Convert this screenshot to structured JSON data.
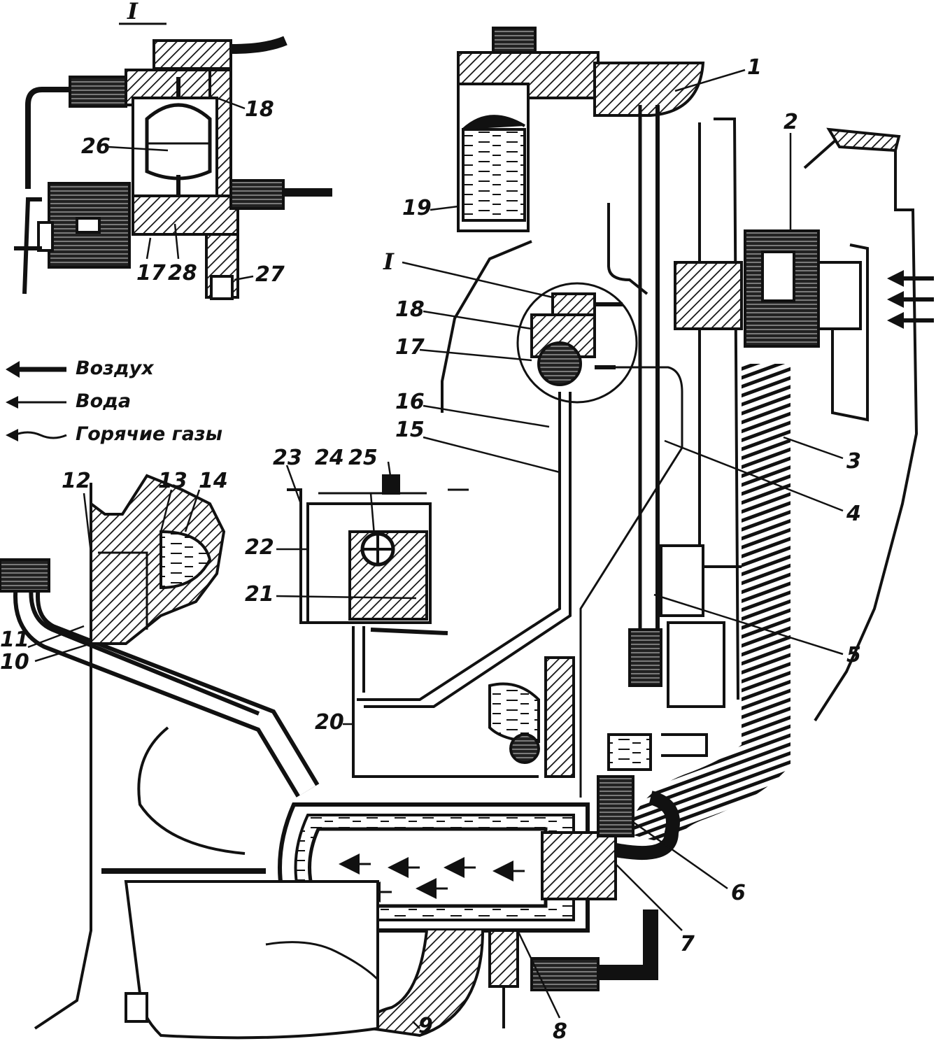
{
  "inset_label": "I",
  "legend": [
    {
      "label": "Воздух",
      "icon": "thick-arrow-icon"
    },
    {
      "label": "Вода",
      "icon": "thin-arrow-icon"
    },
    {
      "label": "Горячие газы",
      "icon": "wavy-arrow-icon"
    }
  ],
  "callouts": {
    "c1": "1",
    "c2": "2",
    "c3": "3",
    "c4": "4",
    "c5": "5",
    "c6": "6",
    "c7": "7",
    "c8": "8",
    "c9": "9",
    "c10": "10",
    "c11": "11",
    "c12": "12",
    "c13": "13",
    "c14": "14",
    "c15": "15",
    "c16": "16",
    "c17": "17",
    "c18": "18",
    "c19": "19",
    "c20": "20",
    "c21": "21",
    "c22": "22",
    "c23": "23",
    "c24": "24",
    "c25": "25",
    "cI": "I",
    "i18": "18",
    "i26": "26",
    "i17": "17",
    "i28": "28",
    "i27": "27"
  }
}
